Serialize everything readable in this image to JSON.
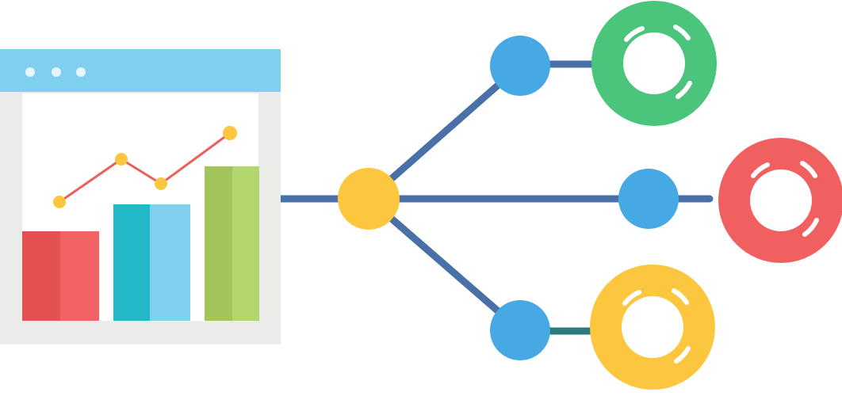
{
  "colors": {
    "window_titlebar": "#7fcfef",
    "window_frame": "#ebebea",
    "bar_red": "#f26262",
    "bar_red_shade": "#e44f4f",
    "bar_teal": "#22b8c8",
    "bar_lightblue": "#7fcfef",
    "bar_green_shade": "#a2c45a",
    "bar_green": "#b3d66e",
    "trend_line": "#e8605a",
    "trend_point": "#fcc73e",
    "connector": "#4a70a8",
    "connector_teal": "#2a7a80",
    "hub_node": "#fcc73e",
    "branch_node": "#47a9e3",
    "ring_green": "#4bc47c",
    "ring_red": "#f06060",
    "ring_yellow": "#fcc73e"
  },
  "diagram": {
    "bars": 3,
    "trend_points": 4,
    "branches": 3
  }
}
